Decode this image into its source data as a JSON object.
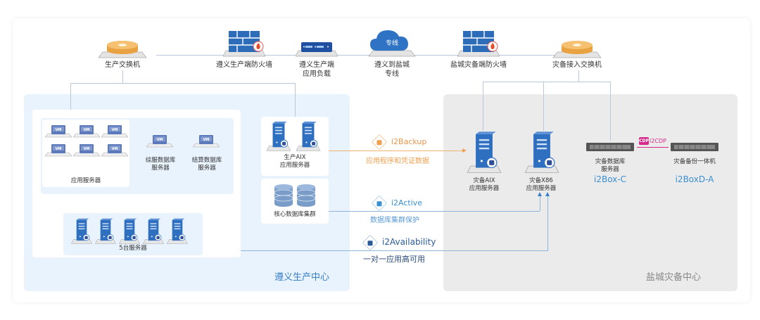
{
  "top_devices": [
    {
      "id": "prod-switch",
      "label": "生产交换机"
    },
    {
      "id": "prod-firewall",
      "label": "遵义生产端防火墙"
    },
    {
      "id": "prod-lb",
      "label": "遵义生产端\n应用负载",
      "line1": "遵义生产端",
      "line2": "应用负载"
    },
    {
      "id": "dedicated-line",
      "label": "遵义到盐城专线",
      "line1": "遵义到盐城",
      "line2": "专线",
      "cloud_text": "专线"
    },
    {
      "id": "dr-firewall",
      "label": "盐城灾备端防火墙"
    },
    {
      "id": "dr-switch",
      "label": "灾备接入交换机"
    }
  ],
  "left_zone": {
    "title": "遵义生产中心",
    "vm_label": "VM",
    "app_servers_label": "应用服务器",
    "db1_label_1": "综服数据库",
    "db1_label_2": "服务器",
    "db2_label_1": "结算数据库",
    "db2_label_2": "服务器",
    "aix_label_1": "生产AIX",
    "aix_label_2": "应用服务器",
    "core_db_label": "核心数据库集群",
    "five_servers_label": "5台服务器"
  },
  "right_zone": {
    "title": "盐城灾备中心",
    "dr_aix_1": "灾备AIX",
    "dr_aix_2": "应用服务器",
    "dr_x86_1": "灾备X86",
    "dr_x86_2": "应用服务器",
    "dr_db_1": "灾备数据库",
    "dr_db_2": "服务器",
    "dr_db_product": "i2Box-C",
    "dr_backup_1": "灾备备份一体机",
    "dr_backup_product": "i2BoxD-A",
    "cdp_badge": "CDP",
    "cdp_label": "i2CDP"
  },
  "links": [
    {
      "product": "i2Backup",
      "desc": "应用程序和凭证数据",
      "color": "#f0a050"
    },
    {
      "product": "i2Active",
      "desc": "数据库集群保护",
      "color": "#3a8fd0"
    },
    {
      "product": "i2Availability",
      "desc": "一对一应用高可用",
      "color": "#2a5a9a"
    }
  ],
  "colors": {
    "brand_blue": "#3a7fc5",
    "orange": "#f0a050",
    "cdp_pink": "#d62a8a",
    "server_blue": "#2f6fbf"
  }
}
